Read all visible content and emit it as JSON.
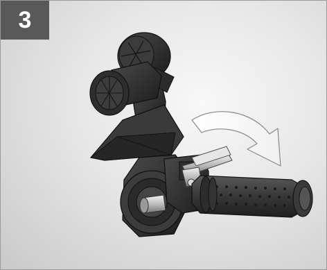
{
  "step": {
    "number": "3"
  },
  "illustration": {
    "subject": "grinder-handle-assembly",
    "arrow_direction": "clockwise"
  },
  "colors": {
    "badge_background": "#595959",
    "badge_text": "#ffffff",
    "arrow_fill": "#ffffff",
    "part_dark": "#2b2b2b"
  }
}
